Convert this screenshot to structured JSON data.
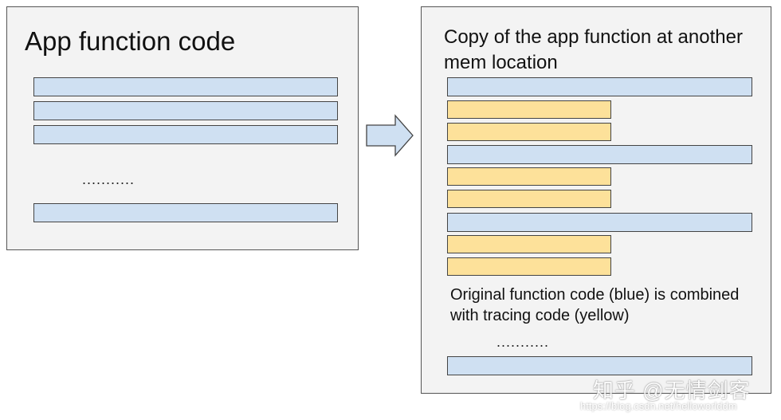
{
  "left_panel": {
    "title": "App function code",
    "ellipsis": "...........",
    "bars": [
      "blue",
      "blue",
      "blue",
      "blue"
    ]
  },
  "arrow": {
    "icon": "right-arrow-icon"
  },
  "right_panel": {
    "title": "Copy of the app function at another mem location",
    "caption": "Original function code (blue) is combined with tracing code (yellow)",
    "ellipsis": "...........",
    "bars": [
      "blue",
      "yellow",
      "yellow",
      "blue",
      "yellow",
      "yellow",
      "blue",
      "yellow",
      "yellow",
      "blue"
    ]
  },
  "watermark": {
    "main": "知乎 @无情剑客",
    "url": "https://blog.csdn.net/helloworlddm"
  },
  "colors": {
    "blue_fill": "#cfe0f2",
    "yellow_fill": "#fde19a",
    "panel_fill": "#f3f3f3",
    "border": "#444444"
  }
}
